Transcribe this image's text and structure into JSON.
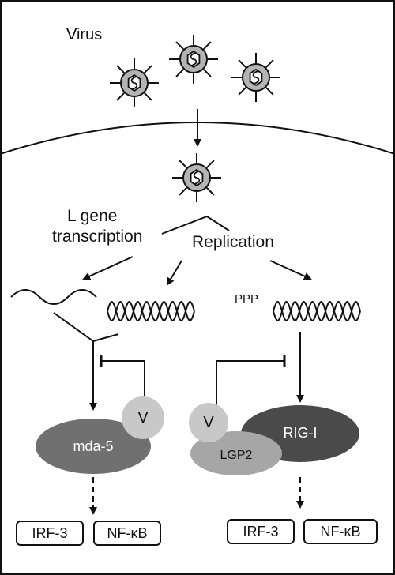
{
  "labels": {
    "virus": "Virus",
    "l_gene_line1": "L gene",
    "l_gene_line2": "transcription",
    "replication": "Replication",
    "ppp": "PPP",
    "mda5": "mda-5",
    "v": "V",
    "rigi": "RIG-I",
    "lgp2": "LGP2"
  },
  "outputs_left": [
    "IRF-3",
    "NF-κB"
  ],
  "outputs_right": [
    "IRF-3",
    "NF-κB"
  ],
  "colors": {
    "mda5": "#707070",
    "v": "#c8c8c8",
    "rigi": "#4a4a4a",
    "lgp2": "#a6a6a6",
    "virus_fill": "#b4b4b4"
  }
}
